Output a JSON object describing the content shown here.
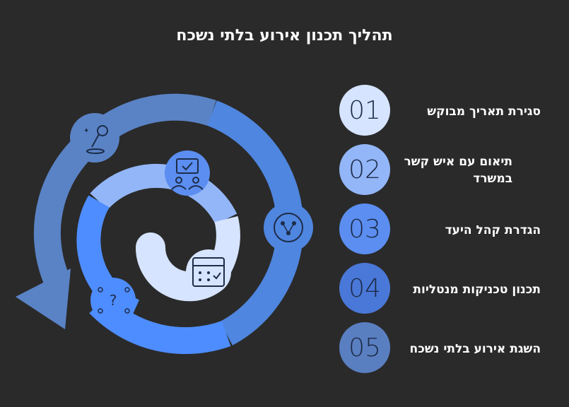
{
  "title": "תהליך תכנון אירוע בלתי נשכח",
  "steps": [
    {
      "number": "01",
      "label": "סגירת תאריך מבוקש",
      "color": "#d6e4ff"
    },
    {
      "number": "02",
      "label": "תיאום עם איש קשר במשרד",
      "color": "#93b6f8"
    },
    {
      "number": "03",
      "label": "הגדרת קהל היעד",
      "color": "#5b8ef0"
    },
    {
      "number": "04",
      "label": "תכנון טכניקות מנטליות",
      "color": "#4a78d8"
    },
    {
      "number": "05",
      "label": "השגת אירוע בלתי נשכח",
      "color": "#5a7fc1"
    }
  ],
  "icons": [
    "meeting-icon",
    "calendar-icon",
    "brain-icon",
    "network-icon",
    "microphone-icon"
  ]
}
